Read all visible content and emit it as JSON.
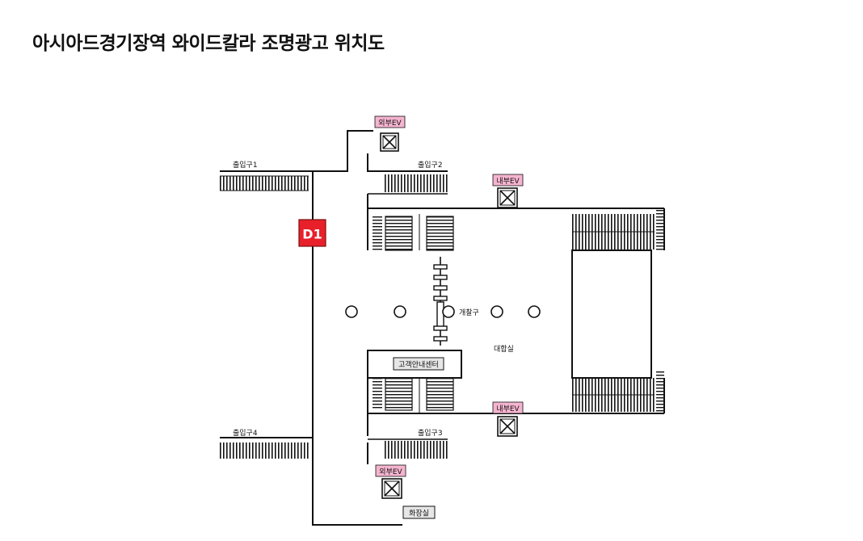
{
  "title": "아시아드경기장역  와이드칼라 조명광고 위치도",
  "map": {
    "exits": {
      "exit1": "출입구1",
      "exit2": "출입구2",
      "exit3": "출입구3",
      "exit4": "출입구4"
    },
    "elevators": {
      "outer_top": "외부EV",
      "inner_top": "내부EV",
      "inner_bottom": "내부EV",
      "outer_bottom": "외부EV"
    },
    "ad_marker": "D1",
    "gate": "개찰구",
    "hall": "대합실",
    "info_center": "고객안내센터",
    "restroom": "화장실"
  },
  "colors": {
    "ad_marker_bg": "#e8202a",
    "ev_label_bg": "#f5b4cf",
    "line": "#111111"
  }
}
